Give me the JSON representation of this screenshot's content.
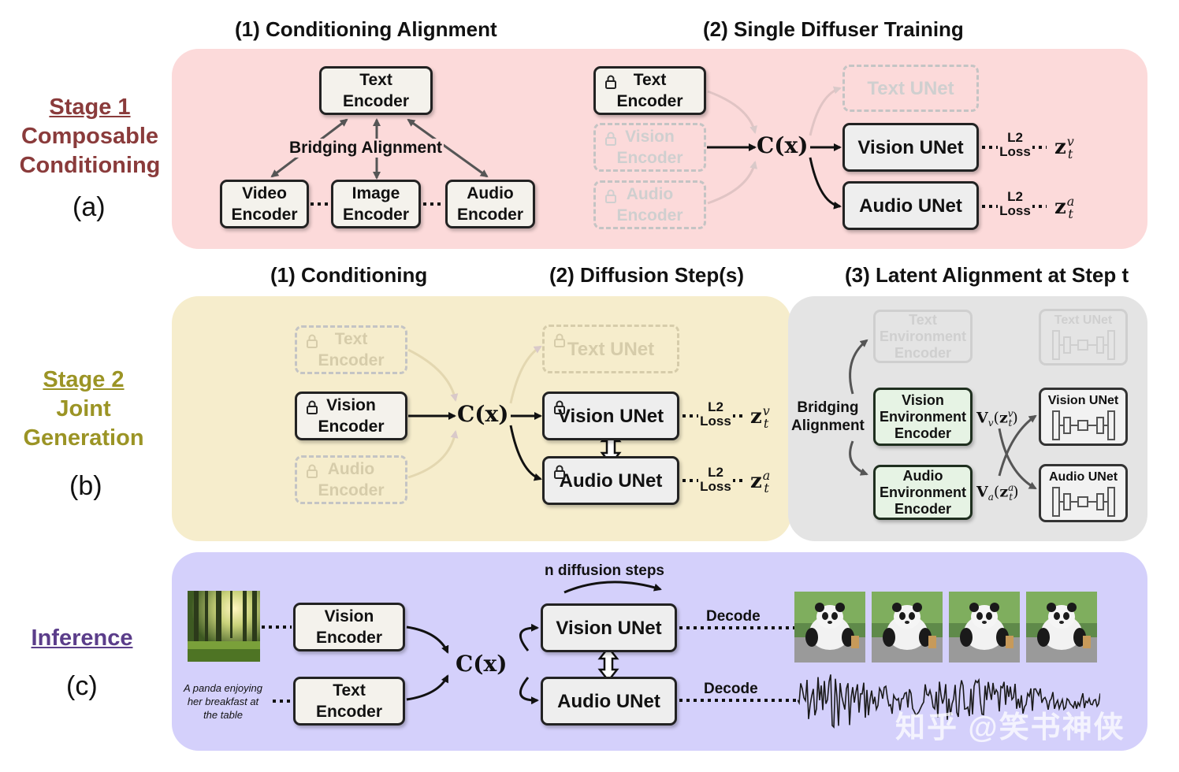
{
  "stage1": {
    "label_line1": "Stage 1",
    "label_line2": "Composable",
    "label_line3": "Conditioning",
    "letter": "(a)",
    "title_left": "(1) Conditioning Alignment",
    "title_right": "(2) Single Diffuser Training",
    "text_encoder": "Text\nEncoder",
    "bridging": "Bridging Alignment",
    "video_encoder": "Video\nEncoder",
    "image_encoder": "Image\nEncoder",
    "audio_encoder": "Audio\nEncoder",
    "text_encoder_locked": "Text\nEncoder",
    "vision_encoder_faded": "Vision\nEncoder",
    "audio_encoder_faded": "Audio\nEncoder",
    "text_unet_faded": "Text UNet",
    "vision_unet": "Vision UNet",
    "audio_unet": "Audio UNet",
    "loss_top": "L2",
    "loss_bottom": "Loss"
  },
  "stage2": {
    "label_line1": "Stage 2",
    "label_line2": "Joint",
    "label_line3": "Generation",
    "letter": "(b)",
    "title_1": "(1) Conditioning",
    "title_2": "(2) Diffusion Step(s)",
    "title_3": "(3) Latent Alignment at Step t",
    "text_encoder_faded": "Text\nEncoder",
    "vision_encoder": "Vision\nEncoder",
    "audio_encoder_faded": "Audio\nEncoder",
    "text_unet_faded": "Text UNet",
    "vision_unet": "Vision UNet",
    "audio_unet": "Audio UNet",
    "loss_top": "L2",
    "loss_bottom": "Loss",
    "bridging": "Bridging\nAlignment",
    "text_env_encoder": "Text\nEnvironment\nEncoder",
    "vision_env_encoder": "Vision\nEnvironment\nEncoder",
    "audio_env_encoder": "Audio\nEnvironment\nEncoder",
    "text_unet_small": "Text UNet",
    "vision_unet_small": "Vision UNet",
    "audio_unet_small": "Audio UNet"
  },
  "inference": {
    "label": "Inference",
    "letter": "(c)",
    "vision_encoder": "Vision\nEncoder",
    "text_encoder": "Text\nEncoder",
    "vision_unet": "Vision UNet",
    "audio_unet": "Audio UNet",
    "diffusion_steps": "n diffusion steps",
    "decode_top": "Decode",
    "decode_bottom": "Decode",
    "prompt": "A panda enjoying\nher breakfast at\nthe table"
  },
  "watermark": "知乎 @笑书神侠",
  "colors": {
    "stage1_panel": "#fcdada",
    "stage2_panel": "#f6edcc",
    "latent_panel": "#e4e4e4",
    "inference_panel": "#d4d0fb",
    "stage1_label": "#8a3b3b",
    "stage2_label": "#9b9425",
    "inference_label": "#5b3d8a",
    "env_encoder_fill": "#e6f3e4"
  },
  "icons": [
    "lock-icon",
    "forest-image",
    "panda-image",
    "audio-waveform",
    "u-net-block-icon"
  ]
}
